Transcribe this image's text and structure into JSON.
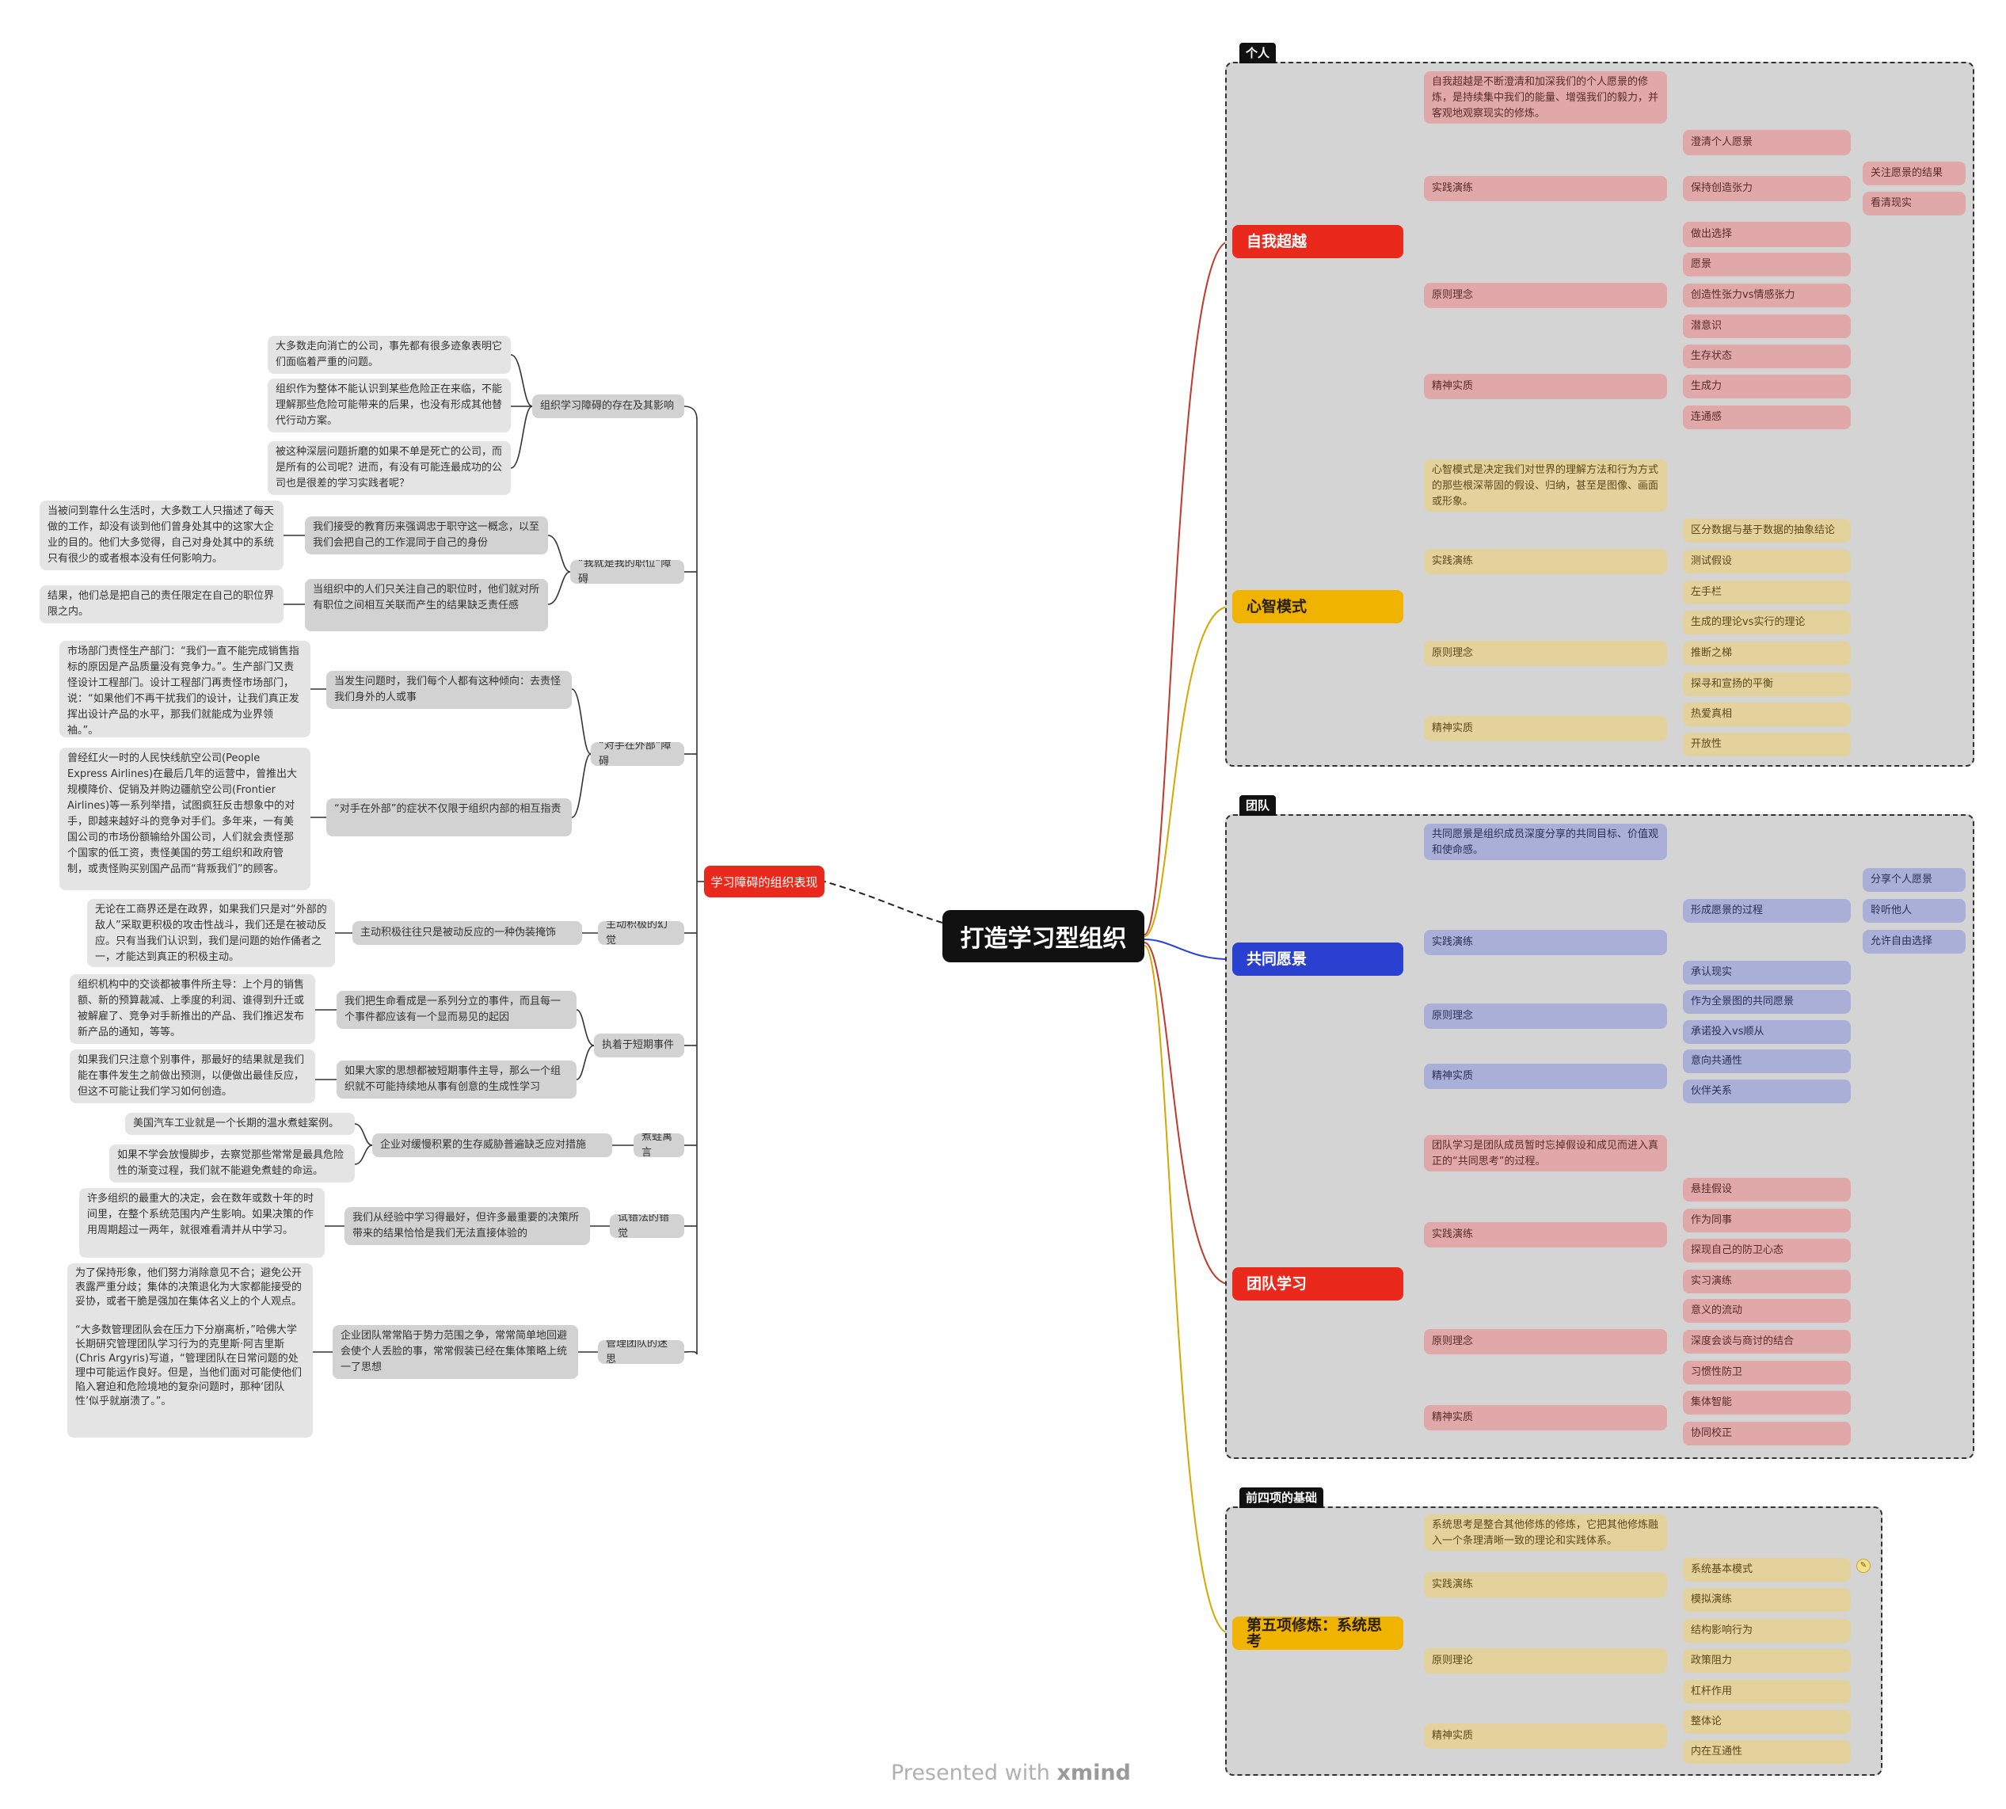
{
  "center": "打造学习型组织",
  "regions": {
    "personal": "个人",
    "team": "团队",
    "foundation": "前四项的基础"
  },
  "self_mastery": {
    "title": "自我超越",
    "definition": "自我超越是不断澄清和加深我们的个人愿景的修炼，是持续集中我们的能量、增强我们的毅力，并客观地观察现实的修炼。",
    "practice": "实践演练",
    "practice_items": [
      "澄清个人愿景",
      "保持创造张力",
      "做出选择"
    ],
    "creative_tension_items": [
      "关注愿景的结果",
      "看清现实"
    ],
    "principles": "原则理念",
    "principle_items": [
      "愿景",
      "创造性张力vs情感张力",
      "潜意识"
    ],
    "essence": "精神实质",
    "essence_items": [
      "生存状态",
      "生成力",
      "连通感"
    ]
  },
  "mental_models": {
    "title": "心智模式",
    "definition": "心智模式是决定我们对世界的理解方法和行为方式的那些根深蒂固的假设、归纳，甚至是图像、画面或形象。",
    "practice": "实践演练",
    "practice_items": [
      "区分数据与基于数据的抽象结论",
      "测试假设",
      "左手栏"
    ],
    "principles": "原则理念",
    "principle_items": [
      "生成的理论vs实行的理论",
      "推断之梯",
      "探寻和宣扬的平衡"
    ],
    "essence": "精神实质",
    "essence_items": [
      "热爱真相",
      "开放性"
    ]
  },
  "shared_vision": {
    "title": "共同愿景",
    "definition": "共同愿景是组织成员深度分享的共同目标、价值观和使命感。",
    "practice": "实践演练",
    "practice_items": [
      "形成愿景的过程",
      "承认现实"
    ],
    "process_items": [
      "分享个人愿景",
      "聆听他人",
      "允许自由选择"
    ],
    "principles": "原则理念",
    "principle_items": [
      "作为全景图的共同愿景",
      "承诺投入vs顺从"
    ],
    "essence": "精神实质",
    "essence_items": [
      "意向共通性",
      "伙伴关系"
    ]
  },
  "team_learning": {
    "title": "团队学习",
    "definition": "团队学习是团队成员暂时忘掉假设和成见而进入真正的“共同思考”的过程。",
    "practice": "实践演练",
    "practice_items": [
      "悬挂假设",
      "作为同事",
      "探现自己的防卫心态",
      "实习演练"
    ],
    "principles": "原则理念",
    "principle_items": [
      "意义的流动",
      "深度会谈与商讨的结合",
      "习惯性防卫"
    ],
    "essence": "精神实质",
    "essence_items": [
      "集体智能",
      "协同校正"
    ]
  },
  "systems_thinking": {
    "title": "第五项修炼：系统思考",
    "definition": "系统思考是整合其他修炼的修炼，它把其他修炼融入一个条理清晰一致的理论和实践体系。",
    "practice": "实践演练",
    "practice_items": [
      "系统基本模式",
      "模拟演练"
    ],
    "principles": "原则理论",
    "principle_items": [
      "结构影响行为",
      "政策阻力",
      "杠杆作用"
    ],
    "essence": "精神实质",
    "essence_items": [
      "整体论",
      "内在互通性"
    ]
  },
  "disabilities": {
    "title": "学习障碍的组织表现",
    "b1": {
      "title": "组织学习障碍的存在及其影响",
      "notes": [
        "大多数走向消亡的公司，事先都有很多迹象表明它们面临着严重的问题。",
        "组织作为整体不能认识到某些危险正在来临，不能理解那些危险可能带来的后果，也没有形成其他替代行动方案。",
        "被这种深层问题折磨的如果不单是死亡的公司，而是所有的公司呢？进而，有没有可能连最成功的公司也是很差的学习实践者呢？"
      ]
    },
    "b2": {
      "title": "“我就是我的职位”障碍",
      "items": [
        {
          "text": "我们接受的教育历来强调忠于职守这一概念，以至我们会把自己的工作混同于自己的身份",
          "note": "当被问到靠什么生活时，大多数工人只描述了每天做的工作，却没有谈到他们曾身处其中的这家大企业的目的。他们大多觉得，自己对身处其中的系统只有很少的或者根本没有任何影响力。"
        },
        {
          "text": "当组织中的人们只关注自己的职位时，他们就对所有职位之间相互关联而产生的结果缺乏责任感",
          "note": "结果，他们总是把自己的责任限定在自己的职位界限之内。"
        }
      ]
    },
    "b3": {
      "title": "“对手在外部”障碍",
      "items": [
        {
          "text": "当发生问题时，我们每个人都有这种倾向：去责怪我们身外的人或事",
          "note": "市场部门责怪生产部门：“我们一直不能完成销售指标的原因是产品质量没有竞争力。”。生产部门又责怪设计工程部门。设计工程部门再责怪市场部门，说：“如果他们不再干扰我们的设计，让我们真正发挥出设计产品的水平，那我们就能成为业界领袖。”。"
        },
        {
          "text": "“对手在外部”的症状不仅限于组织内部的相互指责",
          "note": "曾经红火一时的人民快线航空公司(People Express Airlines)在最后几年的运营中，曾推出大规模降价、促销及并购边疆航空公司(Frontier Airlines)等一系列举措，试图疯狂反击想象中的对手，即越来越好斗的竞争对手们。多年来，一有美国公司的市场份额输给外国公司，人们就会责怪那个国家的低工资，责怪美国的劳工组织和政府管制，或责怪购买别国产品而“背叛我们”的顾客。"
        }
      ]
    },
    "b4": {
      "title": "主动积极的幻觉",
      "text": "主动积极往往只是被动反应的一种伪装掩饰",
      "note": "无论在工商界还是在政界，如果我们只是对“外部的敌人”采取更积极的攻击性战斗，我们还是在被动反应。只有当我们认识到，我们是问题的始作俑者之一，才能达到真正的积极主动。"
    },
    "b5": {
      "title": "执着于短期事件",
      "items": [
        {
          "text": "我们把生命看成是一系列分立的事件，而且每一个事件都应该有一个显而易见的起因",
          "note": "组织机构中的交谈都被事件所主导：上个月的销售额、新的预算裁减、上季度的利润、谁得到升迁或被解雇了、竞争对手新推出的产品、我们推迟发布新产品的通知，等等。"
        },
        {
          "text": "如果大家的思想都被短期事件主导，那么一个组织就不可能持续地从事有创意的生成性学习",
          "note": "如果我们只注意个别事件，那最好的结果就是我们能在事件发生之前做出预测，以便做出最佳反应，但这不可能让我们学习如何创造。"
        }
      ]
    },
    "b6": {
      "title": "煮蛙寓言",
      "text": "企业对缓慢积累的生存威胁普遍缺乏应对措施",
      "notes": [
        "美国汽车工业就是一个长期的温水煮蛙案例。",
        "如果不学会放慢脚步，去察觉那些常常是最具危险性的渐变过程，我们就不能避免煮蛙的命运。"
      ]
    },
    "b7": {
      "title": "试错法的错觉",
      "text": "我们从经验中学习得最好，但许多最重要的决策所带来的结果恰恰是我们无法直接体验的",
      "note": "许多组织的最重大的决定，会在数年或数十年的时间里，在整个系统范围内产生影响。如果决策的作用周期超过一两年，就很难看清并从中学习。"
    },
    "b8": {
      "title": "管理团队的迷思",
      "text": "企业团队常常陷于势力范围之争，常常简单地回避会使个人丢脸的事，常常假装已经在集体策略上统一了思想",
      "note": "为了保持形象，他们努力消除意见不合；避免公开表露严重分歧；集体的决策退化为大家都能接受的妥协，或者干脆是强加在集体名义上的个人观点。\n\n“大多数管理团队会在压力下分崩离析，”哈佛大学长期研究管理团队学习行为的克里斯·阿吉里斯(Chris Argyris)写道，“管理团队在日常问题的处理中可能运作良好。但是，当他们面对可能使他们陷入窘迫和危险境地的复杂问题时，那种‘团队性’似乎就崩溃了。”。"
    }
  },
  "footer": {
    "prefix": "Presented with ",
    "brand": "xmind"
  },
  "colors": {
    "red": "#e8291b",
    "yellow": "#f0b400",
    "blue": "#2940d0",
    "link_red": "#c0392b",
    "link_yellow": "#d4a800",
    "link_blue": "#2940d0",
    "link_dark": "#222222"
  }
}
